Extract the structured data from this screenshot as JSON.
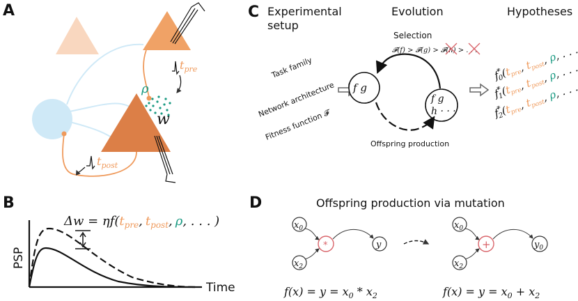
{
  "panels": {
    "a": {
      "letter": "A",
      "t_pre": "t",
      "t_pre_sub": "pre",
      "t_post": "t",
      "t_post_sub": "post",
      "rho": "ρ",
      "w": "w"
    },
    "b": {
      "letter": "B",
      "y_label": "PSP",
      "x_label": "Time",
      "eq_left": "Δw = ηf(",
      "eq_tpre": "t",
      "eq_tpre_sub": "pre",
      "eq_comma1": ",",
      "eq_tpost": "t",
      "eq_tpost_sub": "post",
      "eq_comma2": ",",
      "eq_rho": "ρ",
      "eq_right": ", . . . )"
    },
    "c": {
      "letter": "C",
      "col1_title_line1": "Experimental",
      "col1_title_line2": "setup",
      "col2_title": "Evolution",
      "col3_title": "Hypotheses",
      "setup_items": [
        "Task family",
        "Network architecture",
        "Fitness function 𝓕"
      ],
      "selection_label": "Selection",
      "selection_formula": "𝓕(f) > 𝓕(g) > 𝓕(h) > . . .",
      "offspring_label": "Offspring production",
      "node1_text": "f  g",
      "node2_line1": "f  g",
      "node2_line2": "h · · ·",
      "hypotheses": [
        {
          "f": "f",
          "sub": "0",
          "star": "*"
        },
        {
          "f": "f",
          "sub": "1",
          "star": "*"
        },
        {
          "f": "f",
          "sub": "2",
          "star": "*"
        }
      ],
      "hyp_args": {
        "t1": "t",
        "t1_sub": "pre",
        "t2": "t",
        "t2_sub": "post",
        "rho": "ρ",
        "rest": ", . . . )"
      }
    },
    "d": {
      "letter": "D",
      "title": "Offspring production via mutation",
      "left": {
        "in1": "x",
        "in1_sub": "0",
        "in2": "x",
        "in2_sub": "2",
        "op": "*",
        "out": "y",
        "formula": "f(x) = y = x",
        "f_sub1": "0",
        "f_mid": " * x",
        "f_sub2": "2"
      },
      "right": {
        "in1": "x",
        "in1_sub": "0",
        "in2": "x",
        "in2_sub": "2",
        "op": "+",
        "out": "y",
        "out_sub": "0",
        "formula": "f(x) = y = x",
        "f_sub1": "0",
        "f_mid": " + x",
        "f_sub2": "2"
      }
    }
  },
  "colors": {
    "orange_light": "#f9d7bf",
    "orange_mid": "#f0a266",
    "orange_dark": "#dc7f47",
    "blue_light": "#cfe9f7",
    "teal": "#1a9a82",
    "accent_text": "#ef9a5c",
    "red_node": "#d9646a"
  }
}
